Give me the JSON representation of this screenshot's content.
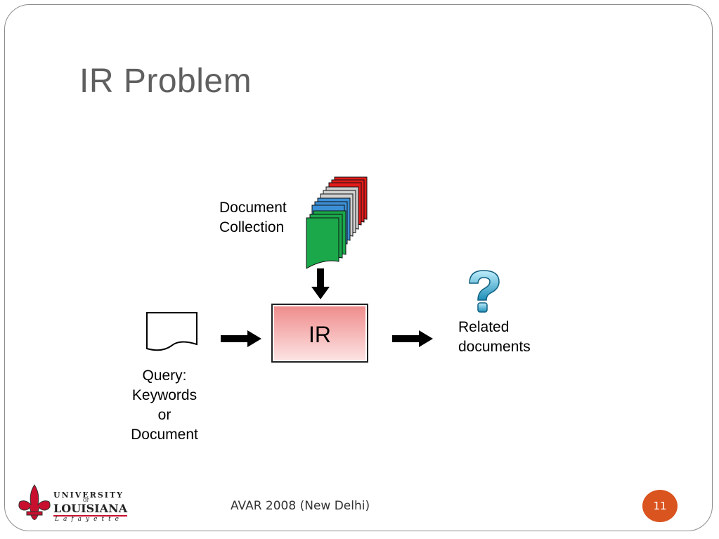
{
  "slide": {
    "title": "IR Problem",
    "footer": "AVAR 2008 (New Delhi)",
    "page_number": "11"
  },
  "diagram": {
    "collection_label_line1": "Document",
    "collection_label_line2": "Collection",
    "ir_label": "IR",
    "query_label_line1": "Query:",
    "query_label_line2": "Keywords",
    "query_label_line3": "or",
    "query_label_line4": "Document",
    "result_label_line1": "Related",
    "result_label_line2": "documents"
  },
  "logo": {
    "line1": "UNIVERSITY",
    "line2": "LOUISIANA",
    "line3": "Lafayette",
    "small": "OF"
  },
  "colors": {
    "accent": "#d9541e",
    "ir_box": "#ef8a8a",
    "doc_green": "#1aa84a",
    "doc_blue": "#3c8fd6",
    "doc_gray": "#c8c8c8",
    "doc_red": "#e31b1b"
  }
}
